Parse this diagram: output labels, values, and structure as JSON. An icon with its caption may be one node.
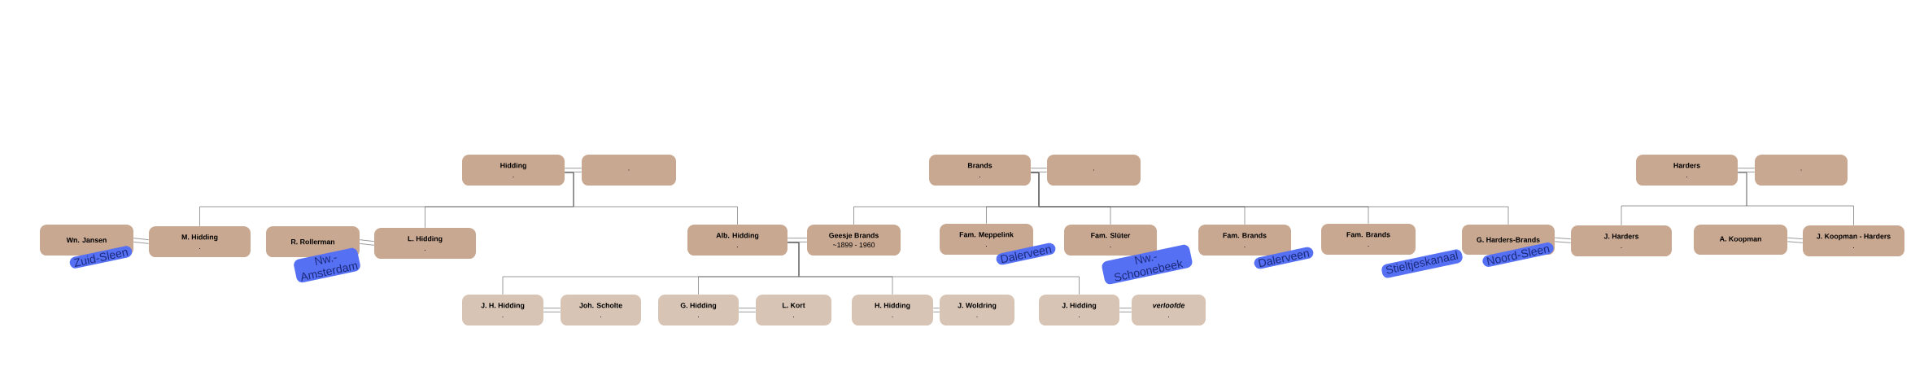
{
  "diagram": {
    "nodes": [
      {
        "text": [
          "Hidding",
          "."
        ]
      },
      {
        "text": [
          "."
        ]
      },
      {
        "text": [
          "Brands",
          "."
        ]
      },
      {
        "text": [
          "."
        ]
      },
      {
        "text": [
          "Harders",
          "."
        ]
      },
      {
        "text": [
          "."
        ]
      },
      {
        "text": [
          "Wn. Jansen"
        ],
        "beside": [
          "Zuid-Sleen"
        ]
      },
      {
        "text": [
          "M. Hidding",
          "."
        ]
      },
      {
        "text": [
          "R. Rollerman"
        ],
        "beside": [
          "Nw.-Amsterdam"
        ]
      },
      {
        "text": [
          "L. Hidding",
          "."
        ]
      },
      {
        "text": [
          "Alb. Hidding",
          "."
        ]
      },
      {
        "text": [
          "Geesje Brands",
          "~1899 - 1960"
        ]
      },
      {
        "text": [
          "Fam. Meppelink",
          "."
        ],
        "beside": [
          "Dalerveen"
        ]
      },
      {
        "text": [
          "Fam. Slüter",
          "."
        ],
        "beside": [
          "Nw.-Schoonebeek"
        ]
      },
      {
        "text": [
          "Fam. Brands",
          "."
        ],
        "beside": [
          "Dalerveen"
        ]
      },
      {
        "text": [
          "Fam. Brands",
          "."
        ],
        "beside": [
          "Stieltjeskanaal"
        ]
      },
      {
        "text": [
          "G. Harders-Brands"
        ],
        "beside": [
          "Noord-Sleen"
        ]
      },
      {
        "text": [
          "J. Harders",
          "."
        ]
      },
      {
        "text": [
          "A. Koopman"
        ]
      },
      {
        "text": [
          "J. Koopman - Harders",
          "."
        ]
      },
      {
        "text": [
          "J. H. Hidding",
          "."
        ]
      },
      {
        "text": [
          "Joh. Scholte",
          "."
        ]
      },
      {
        "text": [
          "G. Hidding",
          "."
        ]
      },
      {
        "text": [
          "L. Kort",
          "."
        ]
      },
      {
        "text": [
          "H. Hidding",
          "."
        ]
      },
      {
        "text": [
          "J. Woldring",
          "."
        ]
      },
      {
        "text": [
          "J. Hidding",
          "."
        ]
      },
      {
        "text": [
          "verloofde",
          "."
        ]
      }
    ],
    "edges": [
      {
        "from": 0,
        "to": 1,
        "arrow": "none"
      },
      {
        "from": 2,
        "to": 3,
        "arrow": "none"
      },
      {
        "from": 4,
        "to": 5,
        "arrow": "none"
      },
      {
        "from": 6,
        "to": 7,
        "arrow": "none"
      },
      {
        "from": 8,
        "to": 9,
        "arrow": "none"
      },
      {
        "from": 10,
        "to": 11,
        "arrow": "none"
      },
      {
        "from": 16,
        "to": 17,
        "arrow": "none"
      },
      {
        "from": 18,
        "to": 19,
        "arrow": "none"
      },
      {
        "from": 20,
        "to": 21,
        "arrow": "none"
      },
      {
        "from": 22,
        "to": 23,
        "arrow": "none"
      },
      {
        "from": 24,
        "to": 25,
        "arrow": "none"
      },
      {
        "from": 26,
        "to": 27,
        "arrow": "none"
      },
      {
        "from": 0,
        "to": 7,
        "arrow": "none"
      },
      {
        "from": 0,
        "to": 9,
        "arrow": "none"
      },
      {
        "from": 0,
        "to": 10,
        "arrow": "none"
      },
      {
        "from": 2,
        "to": 11,
        "arrow": "none"
      },
      {
        "from": 2,
        "to": 12,
        "arrow": "none"
      },
      {
        "from": 2,
        "to": 13,
        "arrow": "none"
      },
      {
        "from": 2,
        "to": 14,
        "arrow": "none"
      },
      {
        "from": 2,
        "to": 15,
        "arrow": "none"
      },
      {
        "from": 2,
        "to": 16,
        "arrow": "none"
      },
      {
        "from": 4,
        "to": 17,
        "arrow": "none"
      },
      {
        "from": 4,
        "to": 19,
        "arrow": "none"
      },
      {
        "from": 10,
        "to": 20,
        "arrow": "none"
      },
      {
        "from": 10,
        "to": 22,
        "arrow": "none"
      },
      {
        "from": 10,
        "to": 24,
        "arrow": "none"
      },
      {
        "from": 10,
        "to": 26,
        "arrow": "none"
      }
    ]
  }
}
